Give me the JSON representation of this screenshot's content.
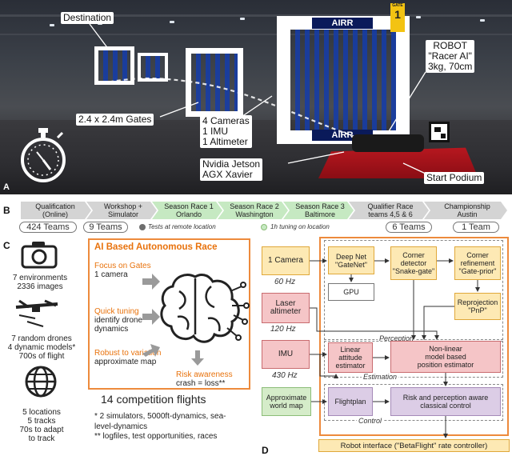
{
  "panel_letters": {
    "a": "A",
    "b": "B",
    "c": "C",
    "d": "D"
  },
  "photo": {
    "banner_logo": "AIRR",
    "gate_tag": "GATE",
    "gate_number": "1",
    "annotations": {
      "destination": "Destination",
      "gates": "2.4 x 2.4m Gates",
      "sensors": [
        "4 Cameras",
        "1 IMU",
        "1 Altimeter"
      ],
      "computer": [
        "Nvidia Jetson",
        "AGX Xavier"
      ],
      "robot": [
        "ROBOT",
        "\"Racer AI\"",
        "3kg, 70cm"
      ],
      "start": "Start Podium"
    }
  },
  "timeline": {
    "stages": [
      {
        "label": [
          "Qualification",
          "(Online)"
        ],
        "green": false
      },
      {
        "label": [
          "Workshop +",
          "Simulator"
        ],
        "green": false
      },
      {
        "label": [
          "Season Race 1",
          "Orlando"
        ],
        "green": true
      },
      {
        "label": [
          "Season Race 2",
          "Washington"
        ],
        "green": true
      },
      {
        "label": [
          "Season Race 3",
          "Baltimore"
        ],
        "green": true
      },
      {
        "label": [
          "Qualifier Race",
          "teams 4,5 & 6"
        ],
        "green": false
      },
      {
        "label": [
          "Championship",
          "Austin"
        ],
        "green": false
      }
    ],
    "team_counts": [
      "424 Teams",
      "9 Teams",
      "6 Teams",
      "1 Team"
    ],
    "legend": {
      "remote": "Tests at remote location",
      "onsite": "1h tuning on location",
      "remote_color": "#6e6e6e",
      "onsite_color": "#c6e9c2"
    }
  },
  "panel_c": {
    "environments": [
      "7 environments",
      "2336 images"
    ],
    "drones": [
      "7 random drones",
      "4 dynamic models*",
      "700s of flight"
    ],
    "locations": [
      "5 locations",
      "5 tracks",
      "70s to adapt",
      "to track"
    ],
    "ai_box": {
      "title": "AI Based Autonomous Race",
      "focus": {
        "heading": "Focus on Gates",
        "detail": "1 camera"
      },
      "tuning": {
        "heading": "Quick tuning",
        "detail": [
          "identify drone",
          "dynamics"
        ]
      },
      "robust": {
        "heading": "Robust to variation",
        "detail": "approximate map"
      },
      "risk": {
        "heading": "Risk awareness",
        "detail": "crash = loss**"
      }
    },
    "flights": "14 competition flights",
    "footnotes": [
      "* 2 simulators, 5000ft-dynamics, sea-",
      "level-dynamics",
      "** logfiles, test opportunities, races"
    ],
    "accent_color": "#e8720c"
  },
  "panel_d": {
    "inputs": {
      "camera": "1 Camera",
      "camera_hz": "60 Hz",
      "altimeter": [
        "Laser",
        "altimeter"
      ],
      "altimeter_hz": "120 Hz",
      "imu": "IMU",
      "imu_hz": "430 Hz",
      "map": [
        "Approximate",
        "world map"
      ]
    },
    "perception": {
      "label": "Perception",
      "deepnet": [
        "Deep Net",
        "\"GateNet\""
      ],
      "gpu": "GPU",
      "corner_detector": [
        "Corner",
        "detector",
        "\"Snake-gate\""
      ],
      "corner_refinement": [
        "Corner",
        "refinement",
        "\"Gate-prior\""
      ],
      "reprojection": [
        "Reprojection",
        "\"PnP\""
      ]
    },
    "estimation": {
      "label": "Estimation",
      "linear": [
        "Linear",
        "attitude",
        "estimator"
      ],
      "nonlinear": [
        "Non-linear",
        "model based",
        "position estimator"
      ]
    },
    "control": {
      "label": "Control",
      "flightplan": "Flightplan",
      "classical": [
        "Risk and perception aware",
        "classical control"
      ]
    },
    "robot_interface": "Robot interface (\"BetaFlight\" rate controller)"
  }
}
